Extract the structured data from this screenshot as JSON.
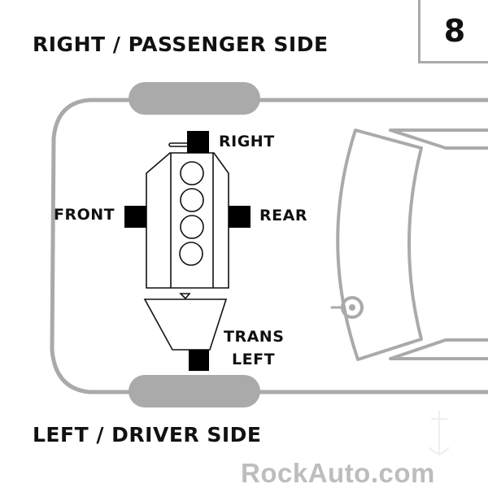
{
  "diagram_number": "8",
  "top_side_label": "RIGHT / PASSENGER SIDE",
  "bottom_side_label": "LEFT / DRIVER SIDE",
  "mounts": {
    "right": "RIGHT",
    "front": "FRONT",
    "rear": "REAR",
    "trans_line1": "TRANS",
    "trans_line2": "LEFT"
  },
  "watermark": "RockAuto.com",
  "colors": {
    "outline": "#aaaaaa",
    "mount": "#000000",
    "text": "#111111"
  }
}
